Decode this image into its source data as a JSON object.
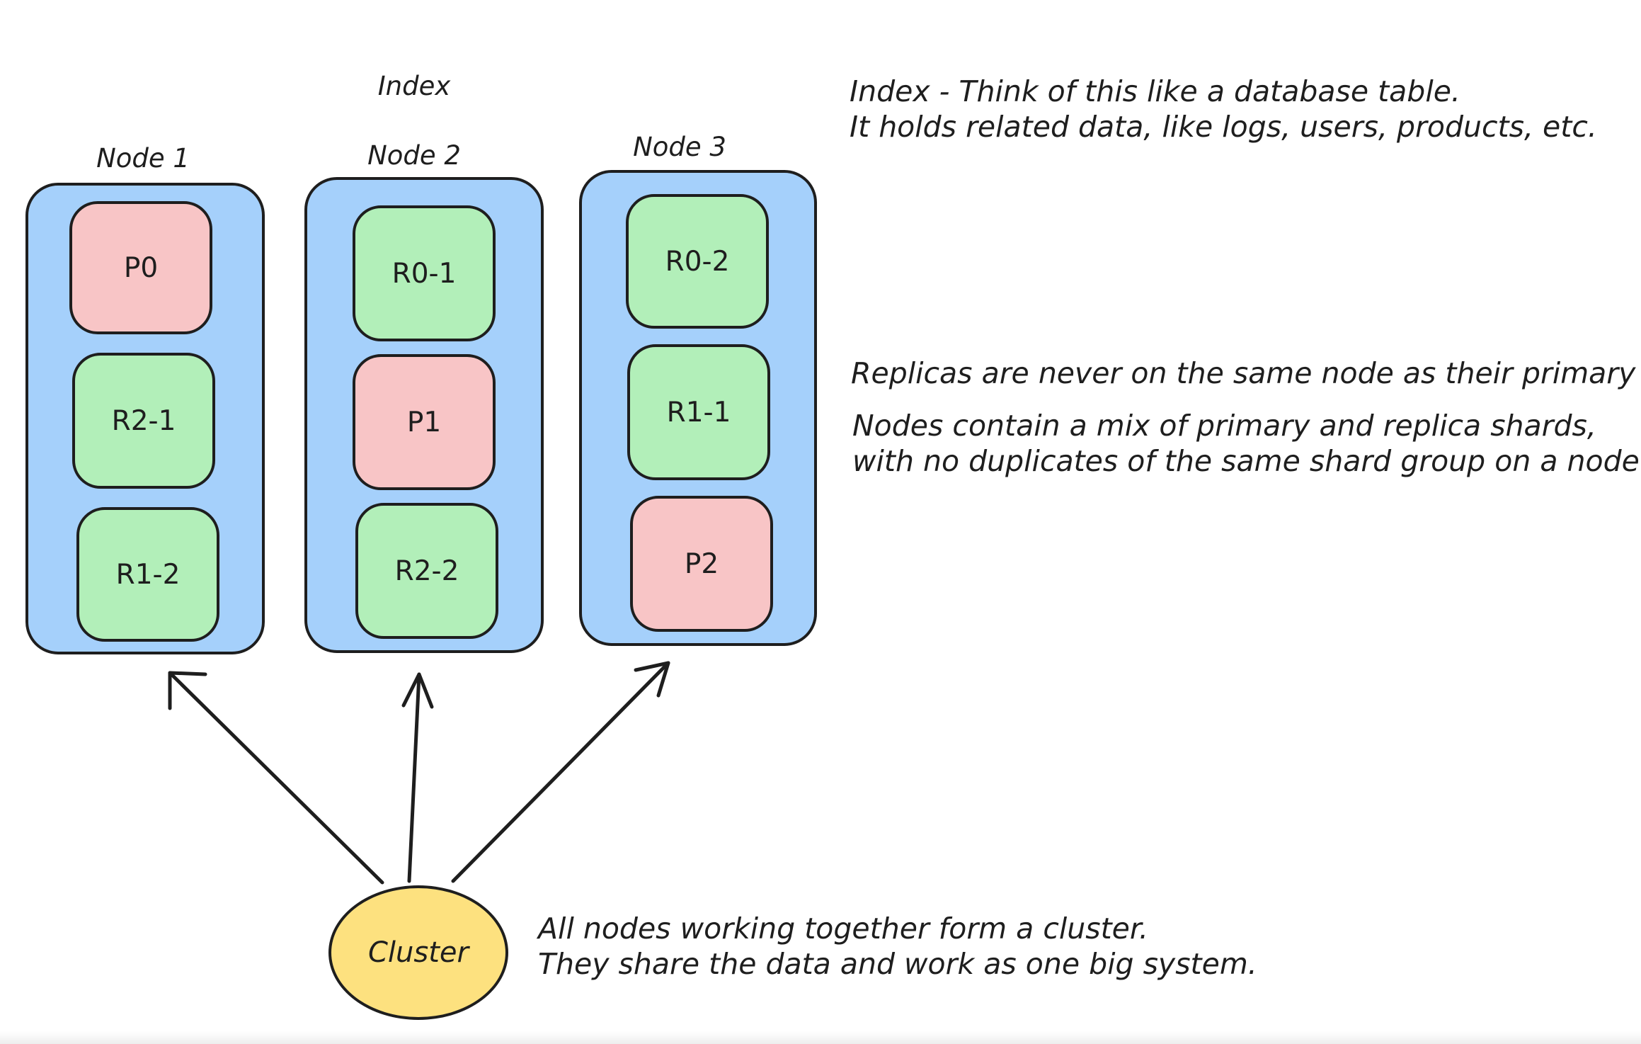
{
  "index_label": "Index",
  "nodes": [
    {
      "label": "Node 1",
      "shards": [
        {
          "label": "P0",
          "kind": "primary"
        },
        {
          "label": "R2-1",
          "kind": "replica"
        },
        {
          "label": "R1-2",
          "kind": "replica"
        }
      ]
    },
    {
      "label": "Node 2",
      "shards": [
        {
          "label": "R0-1",
          "kind": "replica"
        },
        {
          "label": "P1",
          "kind": "primary"
        },
        {
          "label": "R2-2",
          "kind": "replica"
        }
      ]
    },
    {
      "label": "Node 3",
      "shards": [
        {
          "label": "R0-2",
          "kind": "replica"
        },
        {
          "label": "R1-1",
          "kind": "replica"
        },
        {
          "label": "P2",
          "kind": "primary"
        }
      ]
    }
  ],
  "cluster_label": "Cluster",
  "notes": {
    "index": [
      "Index - Think of this like a database table.",
      "It holds related data, like logs, users, products, etc."
    ],
    "replicas": "Replicas are never on the same node as their primary",
    "mix": [
      "Nodes contain a mix of primary and replica shards,",
      "with no duplicates of the same shard group on a node"
    ],
    "cluster": [
      "All nodes working together form a cluster.",
      "They share the data and work as one big system."
    ]
  },
  "colors": {
    "node_fill": "#a5d0fb",
    "primary_fill": "#f8c5c6",
    "replica_fill": "#b2efb9",
    "cluster_fill": "#fde17f",
    "stroke": "#1e1e1e"
  }
}
